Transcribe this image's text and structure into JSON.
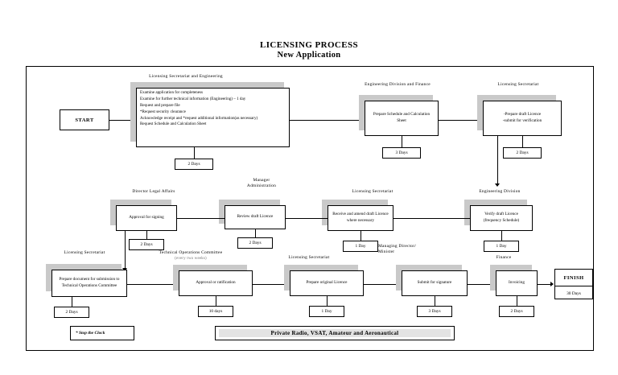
{
  "title": {
    "line1": "LICENSING PROCESS",
    "line2": "New Application"
  },
  "start": {
    "label": "START"
  },
  "finish": {
    "label": "FINISH",
    "days": "30 Days"
  },
  "nodes": [
    {
      "id": "examine",
      "role": "Licensing Secretariat and Engineering",
      "text": "Examine application for completeness\nExamine for further technical information (Engineering) – 1 day\nRequest and prepare file\n*Request security clearance\nAcknowledge receipt and *request additional information(as necessary)\nRequest Schedule and Calculation Sheet",
      "days": "2 Days"
    },
    {
      "id": "schedule",
      "role": "Engineering Division and Finance",
      "text": "Prepare Schedule and Calculation Sheet",
      "days": "3 Days"
    },
    {
      "id": "draft",
      "role": "Licensing Secretariat",
      "text": "-Prepare draft Licence\n-submit for verification",
      "days": "2 Days"
    },
    {
      "id": "verify",
      "role": "Engineering Division",
      "text": "Verify draft Licence\n(frequency Schedule)",
      "days": "1 Day"
    },
    {
      "id": "amend",
      "role": "Licensing Secretariat",
      "text": "Receive and amend draft Licence where necessary",
      "days": "1 Day"
    },
    {
      "id": "review",
      "role": "Manager\nAdministration",
      "text": "Review draft Licence",
      "days": "2 Days"
    },
    {
      "id": "approval-signing",
      "role": "Director Legal Affairs",
      "text": "Approval for signing",
      "days": "2 Days"
    },
    {
      "id": "prepare-doc",
      "role": "Licensing Secretariat",
      "text": "Prepare document for submission to Technical Operations Committee",
      "days": "2 Days"
    },
    {
      "id": "approval-ratification",
      "role": "Technical Operations Committee",
      "role_sub": "(every two weeks)",
      "text": "Approval or ratification",
      "days": "10 days"
    },
    {
      "id": "original-licence",
      "role": "Licensing Secretariat",
      "text": "Prepare original Licence",
      "days": "1 Day"
    },
    {
      "id": "signature",
      "role": "Managing Director/\nMinister",
      "text": "Submit for signature",
      "days": "3 Days"
    },
    {
      "id": "invoicing",
      "role": "Finance",
      "text": "Invoicing",
      "days": "2 Days"
    }
  ],
  "legend": {
    "note": "* Stop the Clock",
    "scope": "Private Radio, VSAT, Amateur and Aeronautical"
  }
}
